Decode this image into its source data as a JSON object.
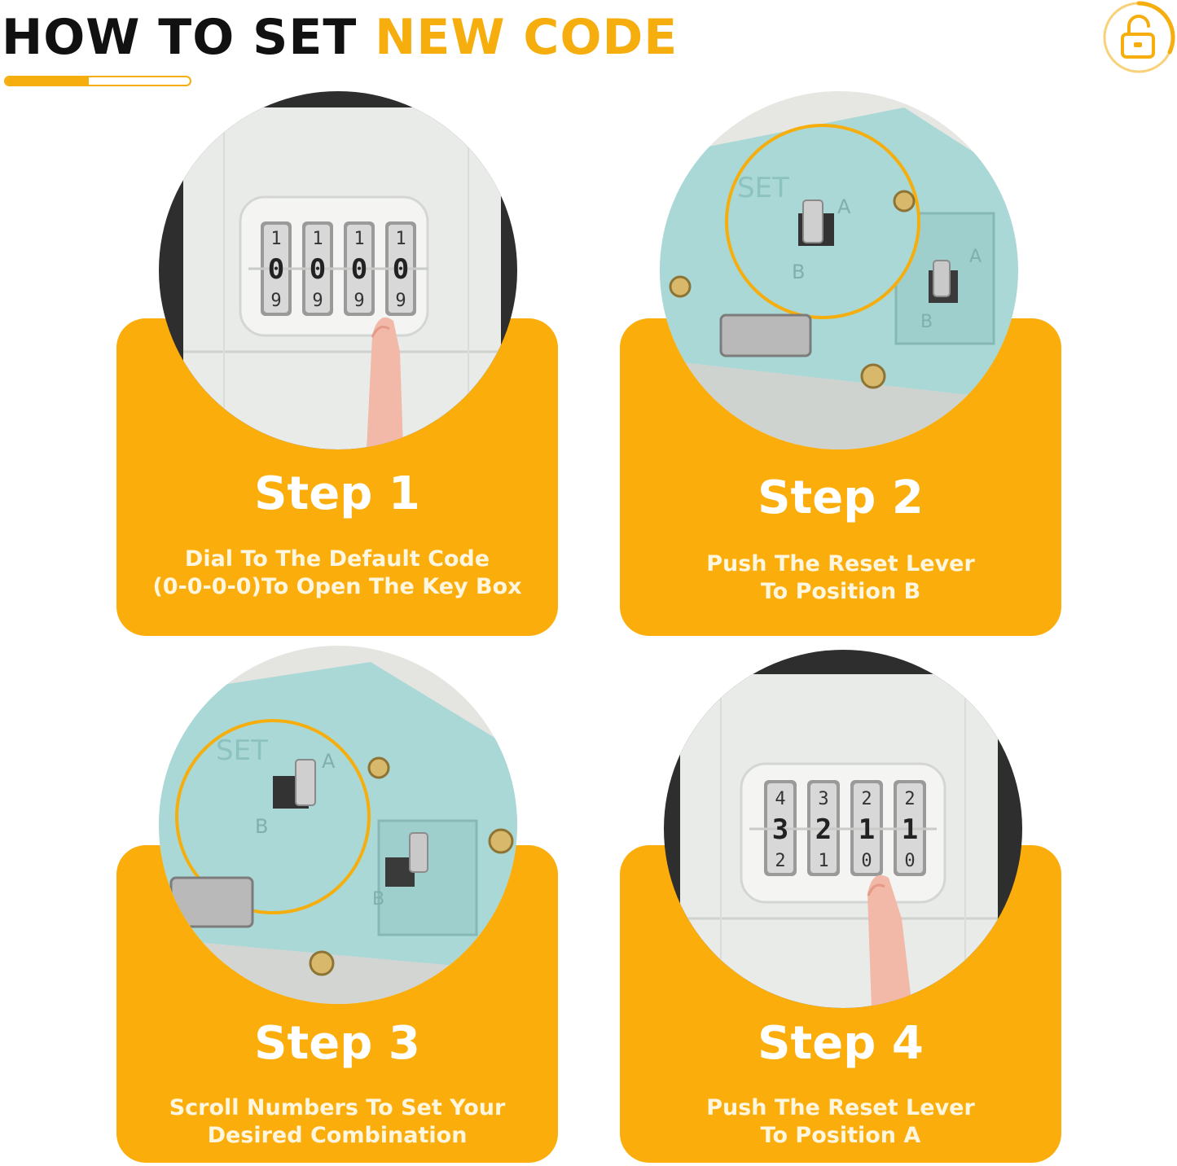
{
  "header": {
    "title_part1": "HOW TO SET ",
    "title_part2": "NEW CODE",
    "accent_color": "#f5ae0d",
    "progress_fraction": 0.45,
    "badge_icon": "unlocked-padlock-icon"
  },
  "steps": [
    {
      "title": "Step 1",
      "desc_line1": "Dial To The Default Code",
      "desc_line2": "(0-0-0-0)To Open The Key Box",
      "dial_digits": [
        "0",
        "0",
        "0",
        "0"
      ],
      "dial_above": [
        "1",
        "1",
        "1",
        "1"
      ],
      "dial_below": [
        "9",
        "9",
        "9",
        "9"
      ]
    },
    {
      "title": "Step 2",
      "desc_line1": "Push The Reset Lever",
      "desc_line2": "To Position B",
      "label_a": "A",
      "label_b": "B",
      "label_set": "SET"
    },
    {
      "title": "Step 3",
      "desc_line1": "Scroll Numbers To Set Your",
      "desc_line2": "Desired Combination",
      "label_a": "A",
      "label_b": "B",
      "label_set": "SET"
    },
    {
      "title": "Step 4",
      "desc_line1": "Push The Reset Lever",
      "desc_line2": "To Position A",
      "dial_digits": [
        "3",
        "2",
        "1",
        "1"
      ],
      "dial_above": [
        "4",
        "3",
        "2",
        "2"
      ],
      "dial_below": [
        "2",
        "1",
        "0",
        "0"
      ]
    }
  ],
  "colors": {
    "card": "#fbad0b",
    "lever_plastic": "#a9d8d6",
    "lock_panel": "#eceeec"
  }
}
